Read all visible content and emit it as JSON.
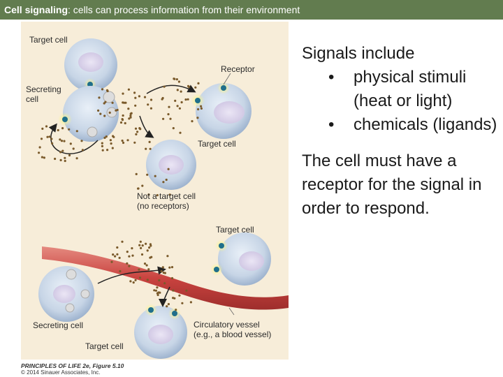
{
  "title": {
    "bold": "Cell signaling",
    "rest": ": cells can process information from their environment"
  },
  "figure": {
    "labels": {
      "target_cell_top": "Target cell",
      "receptor": "Receptor",
      "secreting_cell_top_line1": "Secreting",
      "secreting_cell_top_line2": "cell",
      "target_cell_mid": "Target cell",
      "not_target_line1": "Not a target cell",
      "not_target_line2": "(no receptors)",
      "target_cell_right": "Target cell",
      "secreting_cell_bottom": "Secreting cell",
      "circulatory_line1": "Circulatory vessel",
      "circulatory_line2": "(e.g., a blood vessel)",
      "target_cell_bottom": "Target cell"
    },
    "credit_line1": "PRINCIPLES OF LIFE 2e, Figure 5.10",
    "credit_line2": "© 2014 Sinauer Associates, Inc.",
    "colors": {
      "background": "#f7edd9",
      "cell": "#c9d6e6",
      "nucleus": "#dcd6ec",
      "receptor": "#1f6f8b",
      "receptor_glow": "#f3ef56",
      "vessel": "#c9433f",
      "signal_dots": "#7a5a2b"
    }
  },
  "text": {
    "intro": "Signals include",
    "bullets": [
      "physical stimuli (heat or light)",
      "chemicals (ligands)"
    ],
    "bullet_glyph": "•",
    "paragraph": "The cell must have a receptor for the signal in order to respond."
  }
}
